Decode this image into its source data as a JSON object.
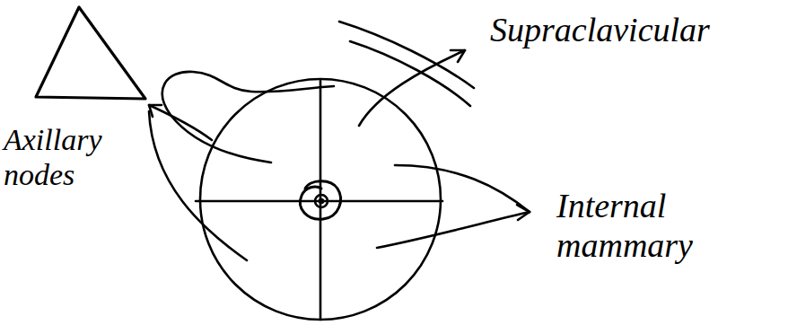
{
  "diagram": {
    "labels": [
      "Axillary nodes",
      "Supraclavicular",
      "Internal mammary"
    ]
  }
}
